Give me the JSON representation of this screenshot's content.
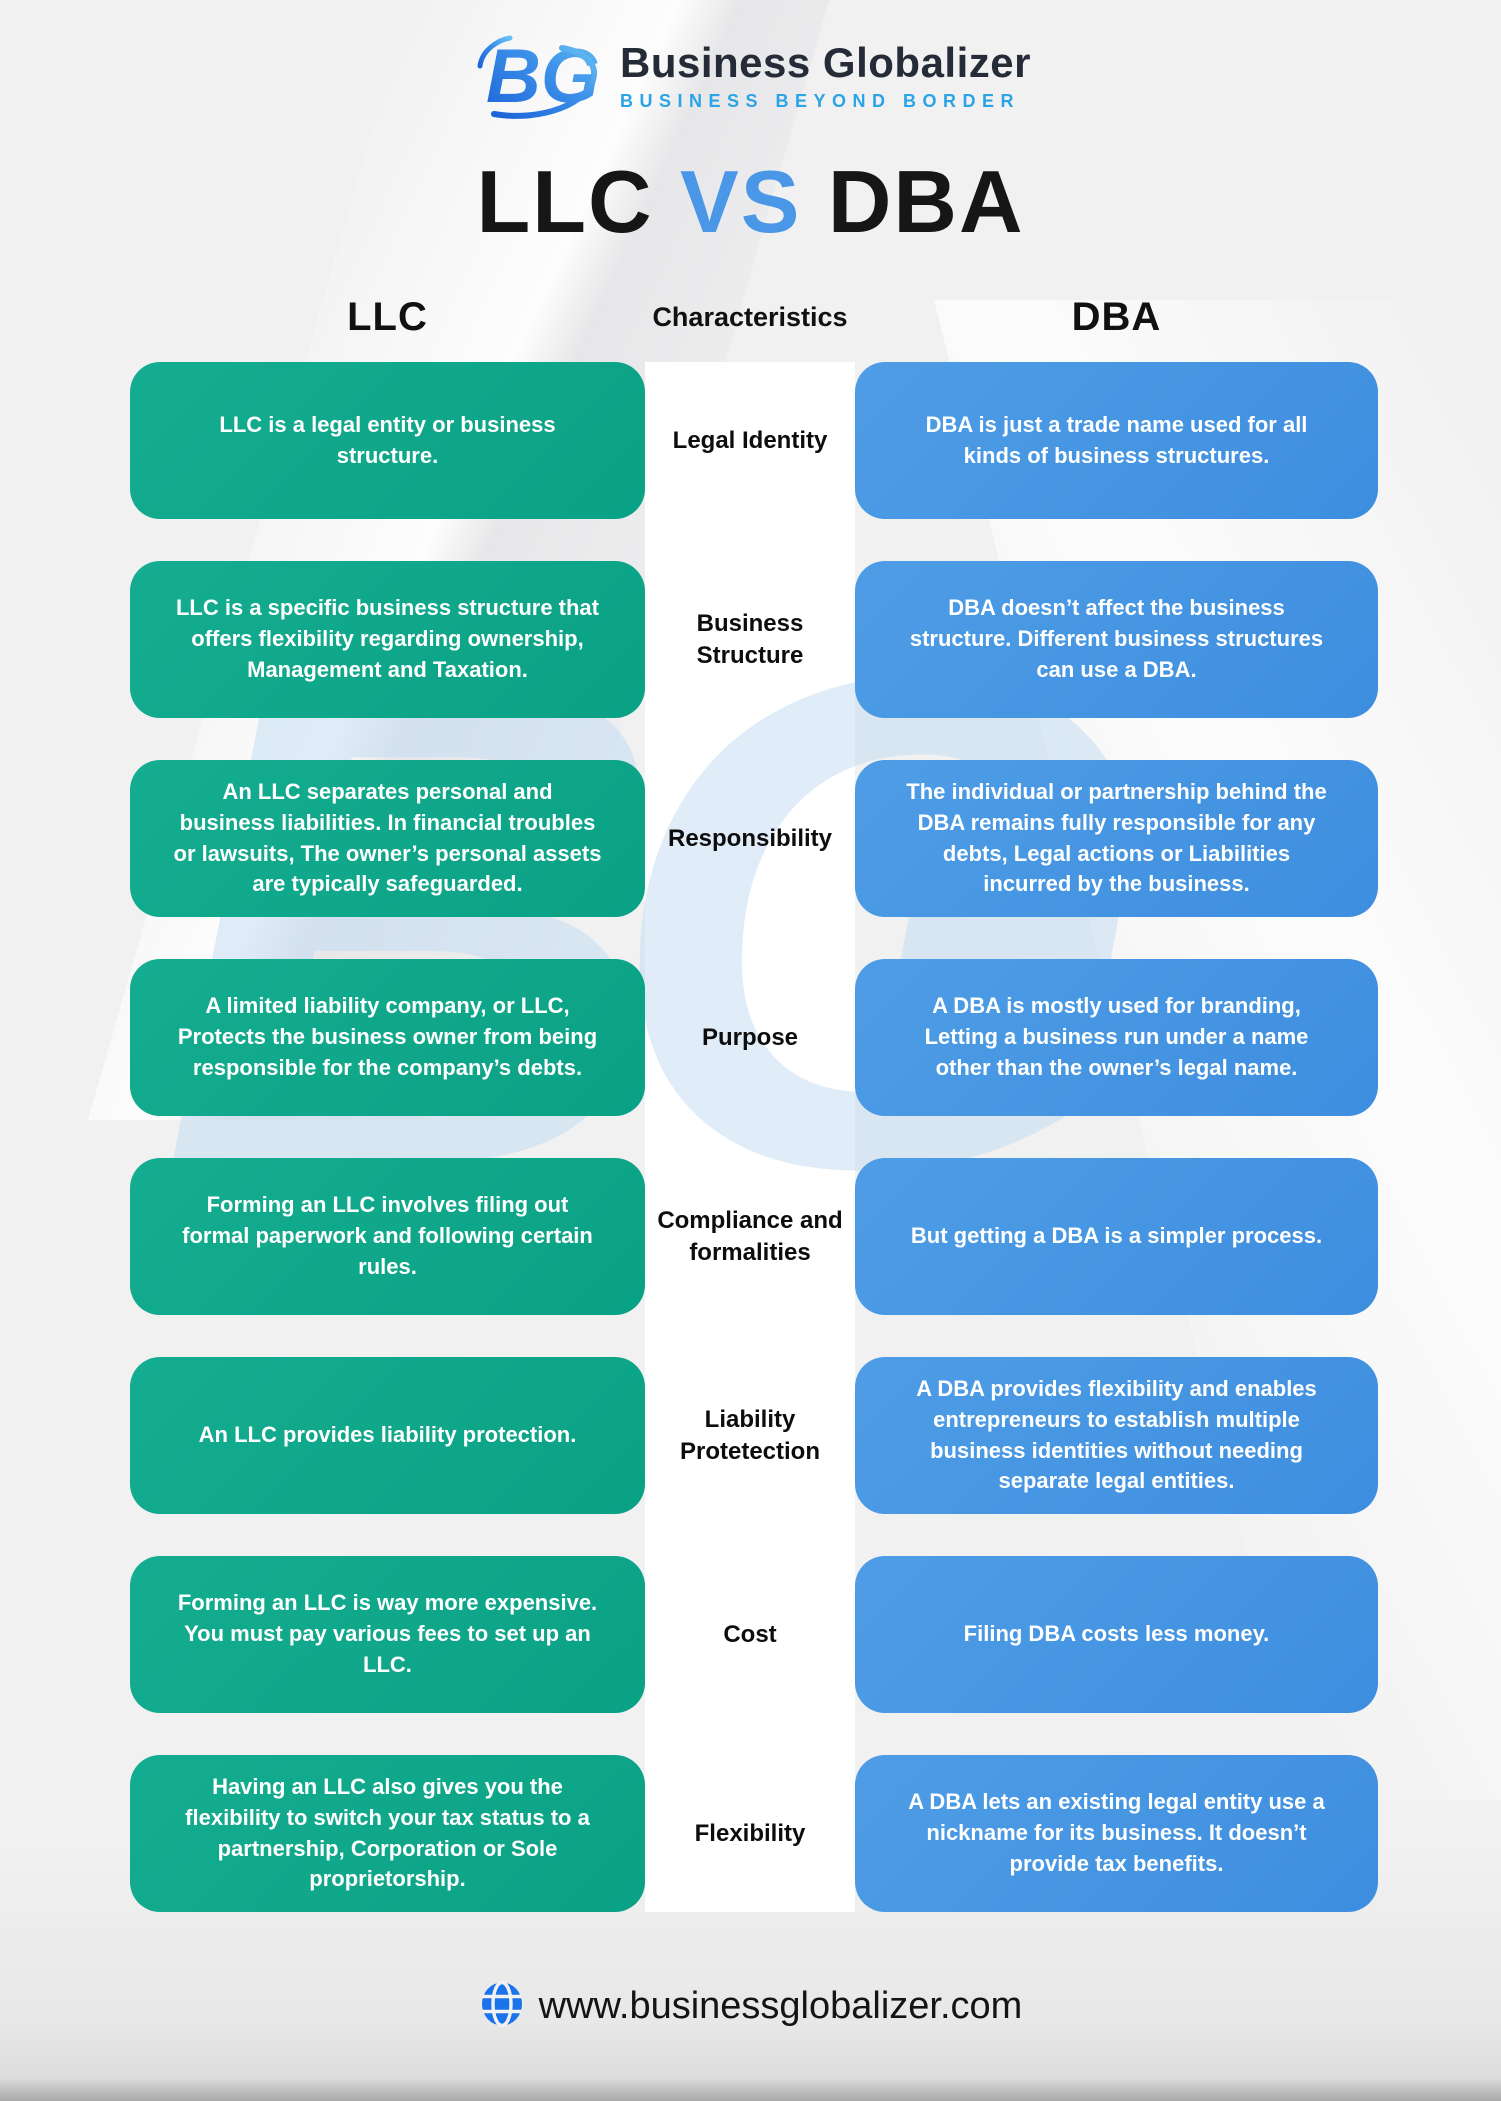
{
  "brand": {
    "logo_text": "BG",
    "name": "Business Globalizer",
    "tagline": "BUSINESS BEYOND BORDER"
  },
  "title": {
    "left": "LLC",
    "vs": "VS",
    "right": "DBA"
  },
  "table": {
    "column_headers": {
      "llc": "LLC",
      "characteristics": "Characteristics",
      "dba": "DBA"
    },
    "rows": [
      {
        "characteristic": "Legal Identity",
        "llc": "LLC is a legal entity or business structure.",
        "dba": "DBA is just a trade name used for all kinds of business structures."
      },
      {
        "characteristic": "Business Structure",
        "llc": "LLC is a specific business structure that offers flexibility regarding ownership, Management and Taxation.",
        "dba": "DBA doesn’t affect the business structure. Different business structures can use a DBA."
      },
      {
        "characteristic": "Responsibility",
        "llc": "An LLC separates personal and business liabilities. In financial troubles or lawsuits, The owner’s personal assets are typically safeguarded.",
        "dba": "The individual or partnership behind the DBA remains fully responsible for any debts, Legal actions or Liabilities incurred by the business."
      },
      {
        "characteristic": "Purpose",
        "llc": "A limited liability company, or LLC, Protects the business owner from being responsible for the company’s debts.",
        "dba": "A DBA is mostly used for branding, Letting a business run under a name other than the owner’s legal name."
      },
      {
        "characteristic": "Compliance and formalities",
        "llc": "Forming an LLC involves filing out formal paperwork and following certain rules.",
        "dba": "But getting a DBA is a simpler process."
      },
      {
        "characteristic": "Liability Protetection",
        "llc": "An LLC provides liability protection.",
        "dba": "A DBA provides flexibility and enables entrepreneurs to establish multiple business identities without needing separate legal entities."
      },
      {
        "characteristic": "Cost",
        "llc": "Forming an LLC is way more expensive. You must pay various fees to set up an LLC.",
        "dba": "Filing DBA costs less money."
      },
      {
        "characteristic": "Flexibility",
        "llc": "Having an LLC also gives you the flexibility to switch your tax status to a partnership, Corporation or Sole proprietorship.",
        "dba": "A DBA lets an existing legal entity use a nickname for its business. It doesn’t provide tax benefits."
      }
    ]
  },
  "footer": {
    "website": "www.businessglobalizer.com",
    "icon": "globe-icon"
  },
  "watermark": {
    "text": "BG"
  },
  "colors": {
    "llc_card": "#0FA78C",
    "dba_card": "#4495E2",
    "vs_accent": "#4A97E8",
    "tagline": "#2AA4E4",
    "logo_gradient_start": "#1D63D8",
    "logo_gradient_end": "#66C0F4",
    "globe": "#1A73E8",
    "heading_text": "#161616",
    "background": "#F1F1F2",
    "mid_strip": "#FFFFFF"
  }
}
